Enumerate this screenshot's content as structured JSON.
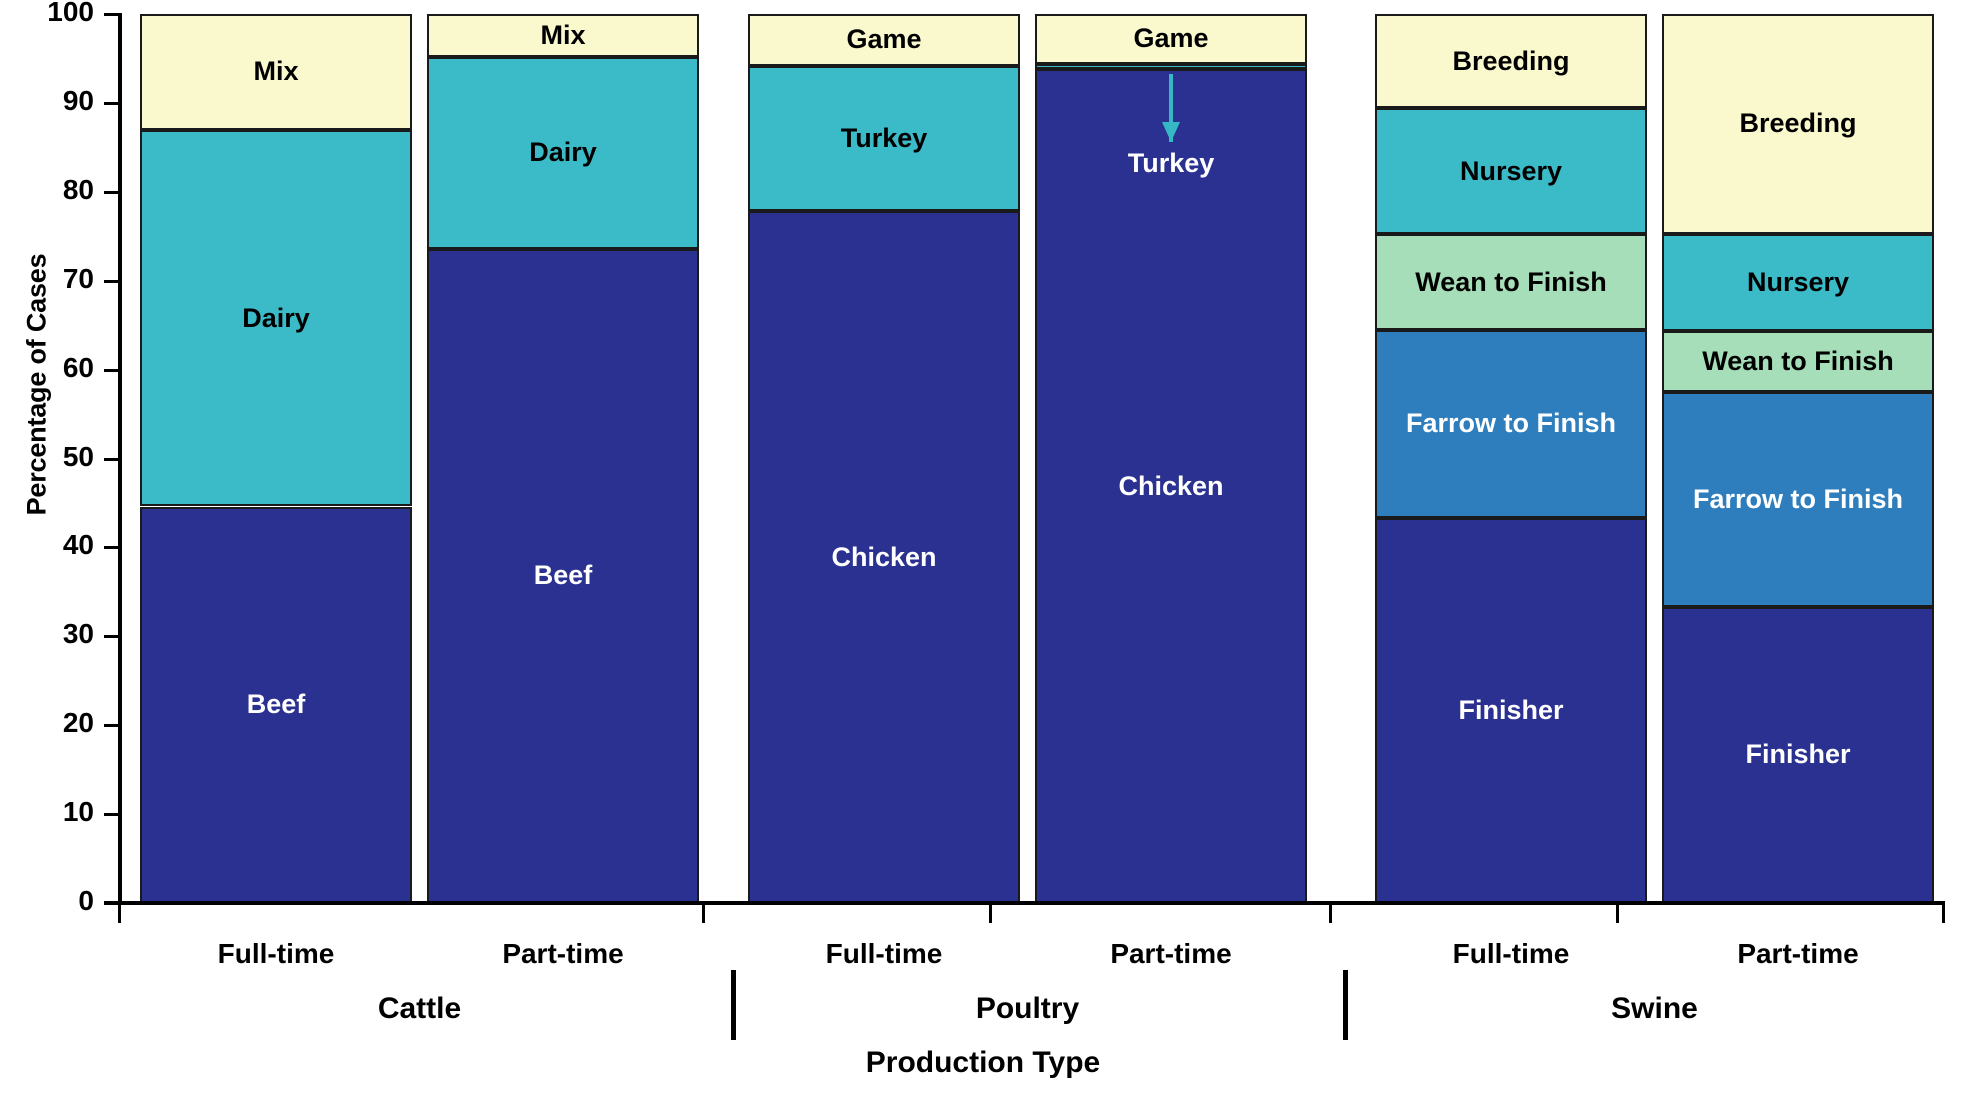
{
  "chart_data": {
    "type": "bar",
    "subtype": "stacked-bar-100",
    "title": "",
    "xlabel": "Production Type",
    "ylabel": "Percentage of Cases",
    "ylim": [
      0,
      100
    ],
    "yticks": [
      0,
      10,
      20,
      30,
      40,
      50,
      60,
      70,
      80,
      90,
      100
    ],
    "ytick_labels": [
      "0",
      "10",
      "20",
      "30",
      "40",
      "50",
      "60",
      "70",
      "80",
      "90",
      "100"
    ],
    "grid": false,
    "legend": "none (segments labeled in place)",
    "group_labels": [
      "Cattle",
      "Poultry",
      "Swine"
    ],
    "categories": [
      "Full-time",
      "Part-time",
      "Full-time",
      "Part-time",
      "Full-time",
      "Part-time"
    ],
    "bars": [
      {
        "group": "Cattle",
        "category": "Full-time",
        "segments": [
          {
            "label": "Beef",
            "value": 44.6,
            "start": 0.0,
            "end": 44.6,
            "color": "#2A3190",
            "text_color": "#ffffff"
          },
          {
            "label": "Dairy",
            "value": 42.4,
            "start": 44.6,
            "end": 87.0,
            "color": "#3BBAC8",
            "text_color": "#000000"
          },
          {
            "label": "Mix",
            "value": 13.0,
            "start": 87.0,
            "end": 100.0,
            "color": "#FAF8CD",
            "text_color": "#000000"
          }
        ]
      },
      {
        "group": "Cattle",
        "category": "Part-time",
        "segments": [
          {
            "label": "Beef",
            "value": 73.6,
            "start": 0.0,
            "end": 73.6,
            "color": "#2A3190",
            "text_color": "#ffffff"
          },
          {
            "label": "Dairy",
            "value": 21.6,
            "start": 73.6,
            "end": 95.2,
            "color": "#3BBAC8",
            "text_color": "#000000"
          },
          {
            "label": "Mix",
            "value": 4.8,
            "start": 95.2,
            "end": 100.0,
            "color": "#FAF8CD",
            "text_color": "#000000"
          }
        ]
      },
      {
        "group": "Poultry",
        "category": "Full-time",
        "segments": [
          {
            "label": "Chicken",
            "value": 77.8,
            "start": 0.0,
            "end": 77.8,
            "color": "#2A3190",
            "text_color": "#ffffff"
          },
          {
            "label": "Turkey",
            "value": 16.4,
            "start": 77.8,
            "end": 94.2,
            "color": "#3BBAC8",
            "text_color": "#000000"
          },
          {
            "label": "Game",
            "value": 5.8,
            "start": 94.2,
            "end": 100.0,
            "color": "#FAF8CD",
            "text_color": "#000000"
          }
        ]
      },
      {
        "group": "Poultry",
        "category": "Part-time",
        "segments": [
          {
            "label": "Chicken",
            "value": 93.8,
            "start": 0.0,
            "end": 93.8,
            "color": "#2A3190",
            "text_color": "#ffffff"
          },
          {
            "label": "Turkey",
            "value": 0.6,
            "start": 93.8,
            "end": 94.4,
            "color": "#3BBAC8",
            "text_color": "#ffffff",
            "callout": true
          },
          {
            "label": "Game",
            "value": 5.6,
            "start": 94.4,
            "end": 100.0,
            "color": "#FAF8CD",
            "text_color": "#000000"
          }
        ]
      },
      {
        "group": "Swine",
        "category": "Full-time",
        "segments": [
          {
            "label": "Finisher",
            "value": 43.3,
            "start": 0.0,
            "end": 43.3,
            "color": "#2A3190",
            "text_color": "#ffffff"
          },
          {
            "label": "Farrow to Finish",
            "value": 21.2,
            "start": 43.3,
            "end": 64.5,
            "color": "#2E7EBD",
            "text_color": "#ffffff"
          },
          {
            "label": "Wean to Finish",
            "value": 10.7,
            "start": 64.5,
            "end": 75.2,
            "color": "#A5DEB8",
            "text_color": "#000000"
          },
          {
            "label": "Nursery",
            "value": 14.2,
            "start": 75.2,
            "end": 89.4,
            "color": "#3BBAC8",
            "text_color": "#000000"
          },
          {
            "label": "Breeding",
            "value": 10.6,
            "start": 89.4,
            "end": 100.0,
            "color": "#FAF8CD",
            "text_color": "#000000"
          }
        ]
      },
      {
        "group": "Swine",
        "category": "Part-time",
        "segments": [
          {
            "label": "Finisher",
            "value": 33.3,
            "start": 0.0,
            "end": 33.3,
            "color": "#2A3190",
            "text_color": "#ffffff"
          },
          {
            "label": "Farrow to Finish",
            "value": 24.2,
            "start": 33.3,
            "end": 57.5,
            "color": "#2E7EBD",
            "text_color": "#ffffff"
          },
          {
            "label": "Wean to Finish",
            "value": 6.8,
            "start": 57.5,
            "end": 64.3,
            "color": "#A5DEB8",
            "text_color": "#000000"
          },
          {
            "label": "Nursery",
            "value": 11.0,
            "start": 64.3,
            "end": 75.3,
            "color": "#3BBAC8",
            "text_color": "#000000"
          },
          {
            "label": "Breeding",
            "value": 24.7,
            "start": 75.3,
            "end": 100.0,
            "color": "#FAF8CD",
            "text_color": "#000000"
          }
        ]
      }
    ],
    "annotations": [
      {
        "type": "arrow",
        "text": "Turkey",
        "color": "#35B8C4",
        "points_to": "Poultry Part-time Turkey segment"
      }
    ],
    "colors": {
      "beef_chicken_finisher": "#2A3190",
      "farrow_to_finish": "#2E7EBD",
      "wean_to_finish": "#A5DEB8",
      "dairy_turkey_nursery": "#3BBAC8",
      "mix_game_breeding": "#FAF8CD",
      "axis": "#000000",
      "segment_border": "#1a1a1a"
    }
  },
  "axes": {
    "y_title": "Percentage of Cases",
    "x_title": "Production Type"
  }
}
